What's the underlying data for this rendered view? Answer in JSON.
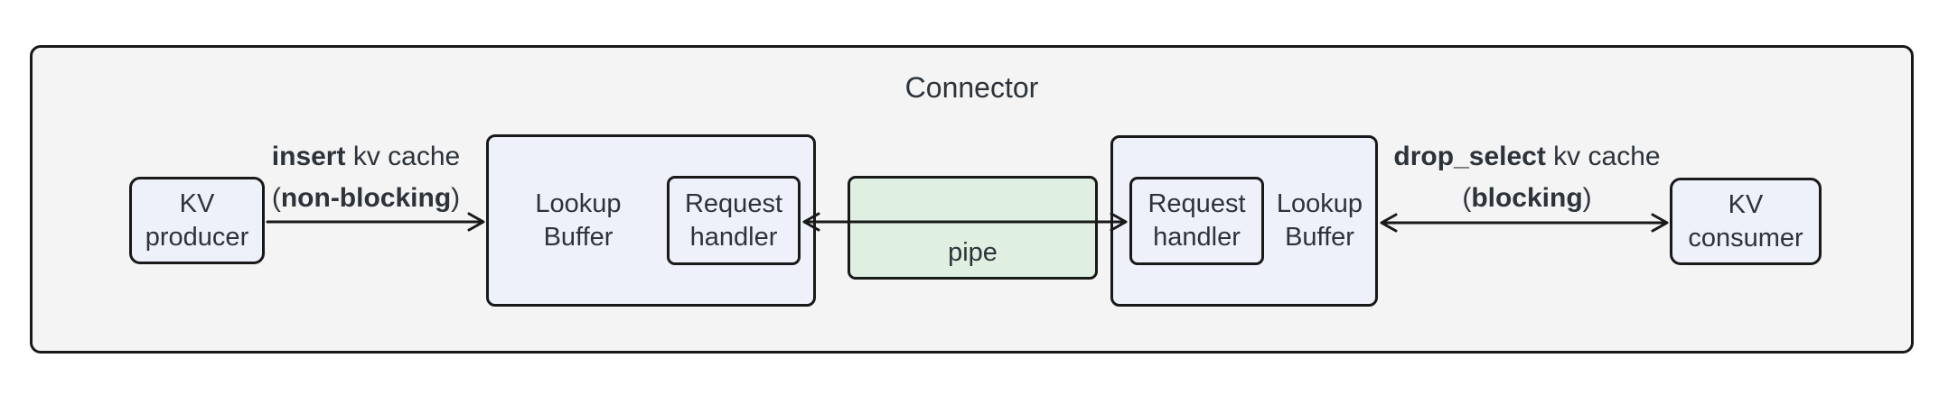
{
  "container": {
    "title": "Connector"
  },
  "nodes": {
    "kv_producer": {
      "line1": "KV",
      "line2": "producer"
    },
    "lookup_buffer_left": {
      "line1": "Lookup",
      "line2": "Buffer"
    },
    "request_handler_left": {
      "line1": "Request",
      "line2": "handler"
    },
    "pipe": {
      "label": "pipe"
    },
    "request_handler_right": {
      "line1": "Request",
      "line2": "handler"
    },
    "lookup_buffer_right": {
      "line1": "Lookup",
      "line2": "Buffer"
    },
    "kv_consumer": {
      "line1": "KV",
      "line2": "consumer"
    }
  },
  "edges": {
    "insert": {
      "method": "insert",
      "object": " kv cache",
      "open": "(",
      "mode": "non-blocking",
      "close": ")"
    },
    "drop_select": {
      "method": "drop_select",
      "object": " kv cache",
      "open": "(",
      "mode": "blocking",
      "close": ")"
    }
  },
  "colors": {
    "canvas_bg": "#ffffff",
    "container_fill": "#f4f4f4",
    "node_fill": "#eef0fa",
    "pipe_fill": "#dff0e2",
    "border": "#191919",
    "text": "#2d333a"
  }
}
